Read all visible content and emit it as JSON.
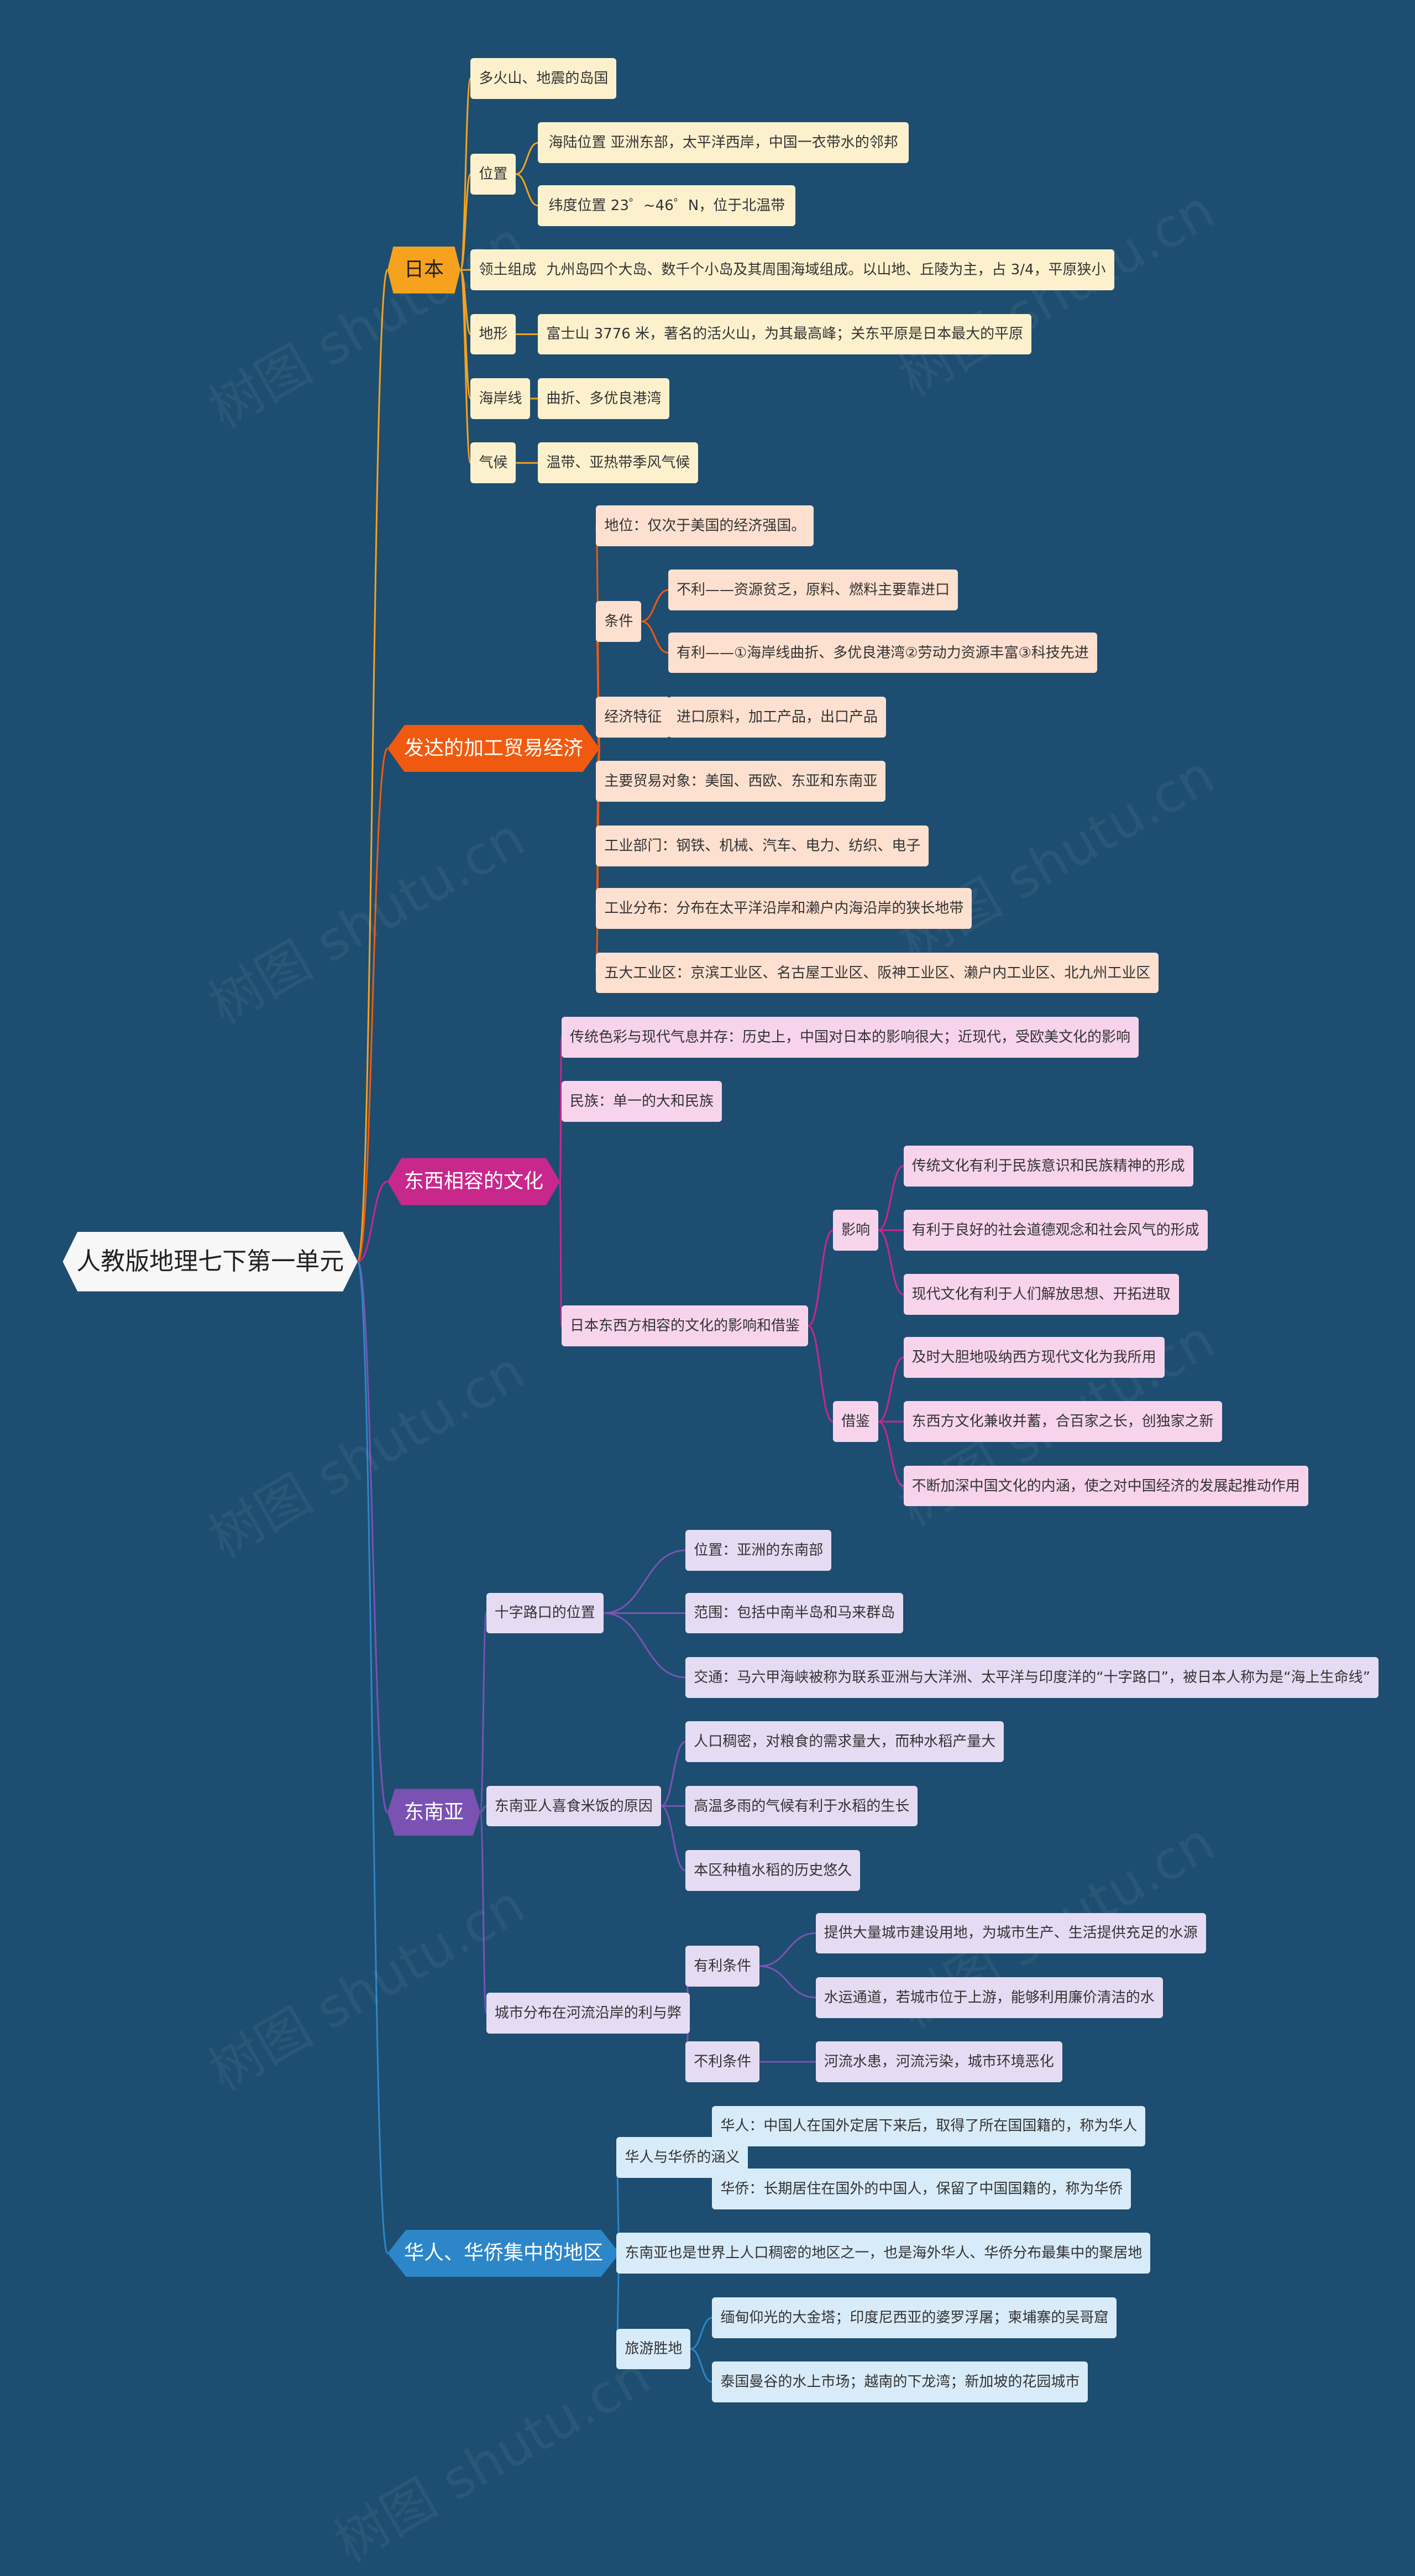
{
  "root": "人教版地理七下第一单元",
  "watermark": "树图 shutu.cn",
  "branches": [
    {
      "label": "日本",
      "children": [
        {
          "label": "多火山、地震的岛国"
        },
        {
          "label": "位置",
          "children": [
            {
              "label": "海陆位置  亚洲东部，太平洋西岸，中国一衣带水的邻邦"
            },
            {
              "label": "纬度位置  23゜~46゜N，位于北温带"
            }
          ]
        },
        {
          "label": "领土组成",
          "children": [
            {
              "label": "九州岛四个大岛、数千个小岛及其周围海域组成。以山地、丘陵为主，占 3/4，平原狭小"
            }
          ]
        },
        {
          "label": "地形",
          "children": [
            {
              "label": "富士山 3776 米，著名的活火山，为其最高峰；关东平原是日本最大的平原"
            }
          ]
        },
        {
          "label": "海岸线",
          "children": [
            {
              "label": "曲折、多优良港湾"
            }
          ]
        },
        {
          "label": "气候",
          "children": [
            {
              "label": "温带、亚热带季风气候"
            }
          ]
        }
      ]
    },
    {
      "label": "发达的加工贸易经济",
      "children": [
        {
          "label": "地位：仅次于美国的经济强国。"
        },
        {
          "label": "条件",
          "children": [
            {
              "label": "不利——资源贫乏，原料、燃料主要靠进口"
            },
            {
              "label": "有利——①海岸线曲折、多优良港湾②劳动力资源丰富③科技先进"
            }
          ]
        },
        {
          "label": "经济特征",
          "children": [
            {
              "label": "进口原料，加工产品，出口产品"
            }
          ]
        },
        {
          "label": "主要贸易对象：美国、西欧、东亚和东南亚"
        },
        {
          "label": "工业部门：钢铁、机械、汽车、电力、纺织、电子"
        },
        {
          "label": "工业分布：分布在太平洋沿岸和濑户内海沿岸的狭长地带"
        },
        {
          "label": "五大工业区：京滨工业区、名古屋工业区、阪神工业区、濑户内工业区、北九州工业区"
        }
      ]
    },
    {
      "label": "东西相容的文化",
      "children": [
        {
          "label": "传统色彩与现代气息并存：历史上，中国对日本的影响很大；近现代，受欧美文化的影响"
        },
        {
          "label": "民族：单一的大和民族"
        },
        {
          "label": "日本东西方相容的文化的影响和借鉴",
          "children": [
            {
              "label": "影响",
              "children": [
                {
                  "label": "传统文化有利于民族意识和民族精神的形成"
                },
                {
                  "label": "有利于良好的社会道德观念和社会风气的形成"
                },
                {
                  "label": "现代文化有利于人们解放思想、开拓进取"
                }
              ]
            },
            {
              "label": "借鉴",
              "children": [
                {
                  "label": "及时大胆地吸纳西方现代文化为我所用"
                },
                {
                  "label": "东西方文化兼收并蓄，合百家之长，创独家之新"
                },
                {
                  "label": "不断加深中国文化的内涵，使之对中国经济的发展起推动作用"
                }
              ]
            }
          ]
        }
      ]
    },
    {
      "label": "东南亚",
      "children": [
        {
          "label": "十字路口的位置",
          "children": [
            {
              "label": "位置：亚洲的东南部"
            },
            {
              "label": "范围：包括中南半岛和马来群岛"
            },
            {
              "label": "交通：马六甲海峡被称为联系亚洲与大洋洲、太平洋与印度洋的“十字路口”，被日本人称为是“海上生命线”"
            }
          ]
        },
        {
          "label": "东南亚人喜食米饭的原因",
          "children": [
            {
              "label": "人口稠密，对粮食的需求量大，而种水稻产量大"
            },
            {
              "label": "高温多雨的气候有利于水稻的生长"
            },
            {
              "label": "本区种植水稻的历史悠久"
            }
          ]
        },
        {
          "label": "城市分布在河流沿岸的利与弊",
          "children": [
            {
              "label": "有利条件",
              "children": [
                {
                  "label": "提供大量城市建设用地，为城市生产、生活提供充足的水源"
                },
                {
                  "label": "水运通道，若城市位于上游，能够利用廉价清洁的水"
                }
              ]
            },
            {
              "label": "不利条件",
              "children": [
                {
                  "label": "河流水患，河流污染，城市环境恶化"
                }
              ]
            }
          ]
        }
      ]
    },
    {
      "label": "华人、华侨集中的地区",
      "children": [
        {
          "label": "华人与华侨的涵义",
          "children": [
            {
              "label": "华人：中国人在国外定居下来后，取得了所在国国籍的，称为华人"
            },
            {
              "label": "华侨：长期居住在国外的中国人，保留了中国国籍的，称为华侨"
            }
          ]
        },
        {
          "label": "东南亚也是世界上人口稠密的地区之一，也是海外华人、华侨分布最集中的聚居地"
        },
        {
          "label": "旅游胜地",
          "children": [
            {
              "label": "缅甸仰光的大金塔；印度尼西亚的婆罗浮屠；柬埔寨的吴哥窟"
            },
            {
              "label": "泰国曼谷的水上市场；越南的下龙湾；新加坡的花园城市"
            }
          ]
        }
      ]
    }
  ],
  "colors": {
    "background": "#1d4d70",
    "branch_japan": "#f6a21e",
    "branch_economy": "#f05a10",
    "branch_culture": "#c8288c",
    "branch_southeast_asia": "#7b52b3",
    "branch_overseas_chinese": "#2d86c8"
  }
}
